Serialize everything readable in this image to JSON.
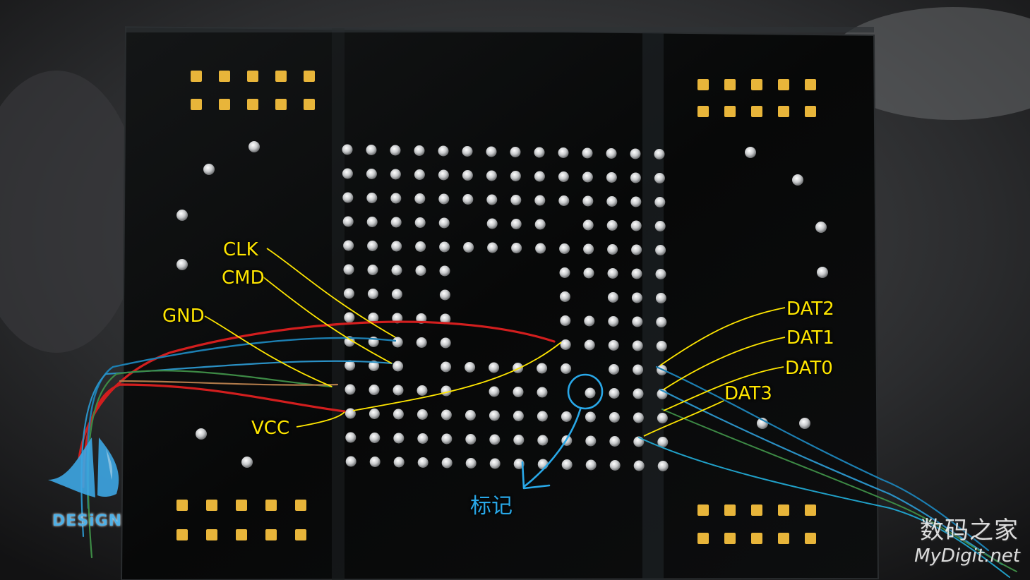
{
  "labels": {
    "clk": "CLK",
    "cmd": "CMD",
    "gnd": "GND",
    "vcc": "VCC",
    "dat2": "DAT2",
    "dat1": "DAT1",
    "dat0": "DAT0",
    "dat3": "DAT3",
    "mark": "标记"
  },
  "watermark": {
    "cn": "数码之家",
    "en": "MyDigit.net"
  },
  "logo": {
    "text": "DESiGN"
  },
  "colors": {
    "pin_label": "#ffe600",
    "mark_label": "#29a8e8",
    "board": "#0b0c0d",
    "pad": "#e8b53a",
    "ball": "#d7d9db",
    "wire_red": "#d21e1e",
    "wire_blue": "#1c7fb2",
    "wire_green": "#3d8a45"
  }
}
